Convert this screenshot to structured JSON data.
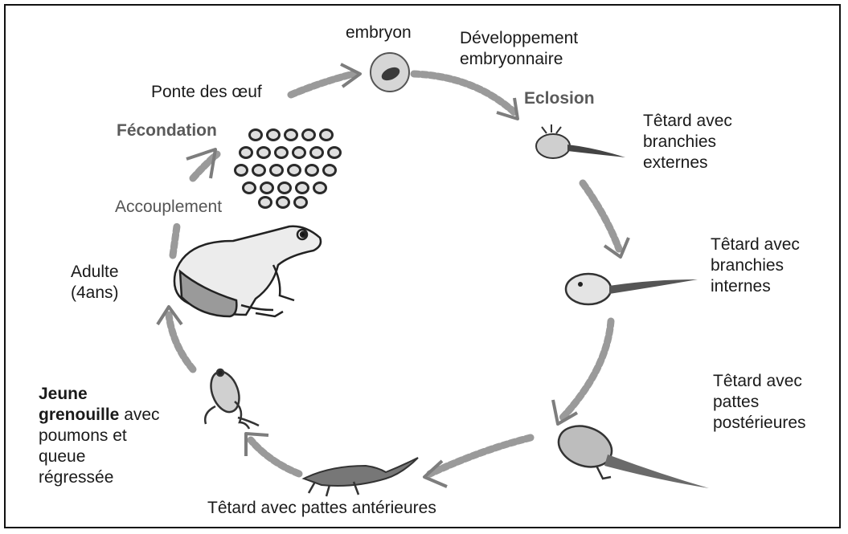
{
  "stages": {
    "embryon": "embryon",
    "dev_line1": "Développement",
    "dev_line2": "embryonnaire",
    "ponte": "Ponte des œuf",
    "eclosion": "Eclosion",
    "fecondation": "Fécondation",
    "accouplement": "Accouplement",
    "tetard_ext_1": "Têtard avec",
    "tetard_ext_2": "branchies",
    "tetard_ext_3": "externes",
    "tetard_int_1": "Têtard avec",
    "tetard_int_2": "branchies",
    "tetard_int_3": "internes",
    "adulte_1": "Adulte",
    "adulte_2": "(4ans)",
    "tetard_post_1": "Têtard avec",
    "tetard_post_2": "pattes",
    "tetard_post_3": "postérieures",
    "jeune_1": "Jeune",
    "jeune_2": "grenouille",
    "jeune_2b": " avec",
    "jeune_3": "poumons et",
    "jeune_4": "queue",
    "jeune_5": "régressée",
    "tetard_ant": "Têtard avec pattes antérieures"
  }
}
